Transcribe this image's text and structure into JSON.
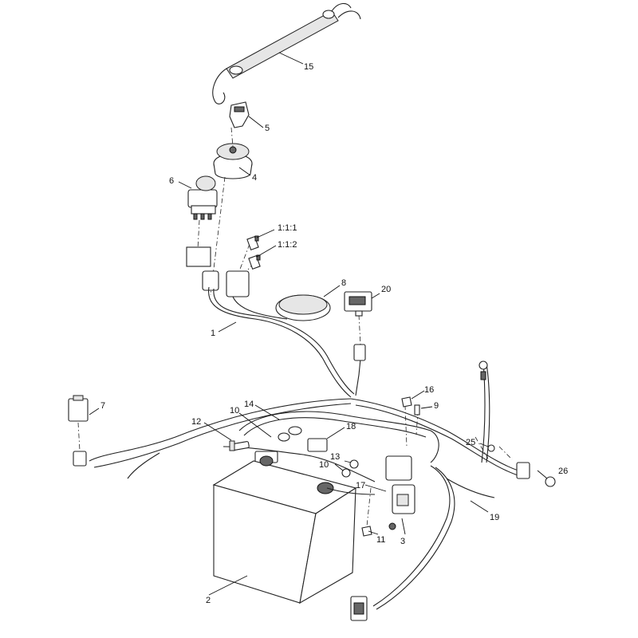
{
  "callouts": {
    "c1": "1",
    "c111": "1:1:1",
    "c112": "1:1:2",
    "c2": "2",
    "c3": "3",
    "c4": "4",
    "c5": "5",
    "c6": "6",
    "c7": "7",
    "c8": "8",
    "c9": "9",
    "c10a": "10",
    "c10b": "10",
    "c11": "11",
    "c12": "12",
    "c13": "13",
    "c14": "14",
    "c15": "15",
    "c16": "16",
    "c17": "17",
    "c18": "18",
    "c19": "19",
    "c20": "20",
    "c25": "25",
    "c26": "26"
  }
}
